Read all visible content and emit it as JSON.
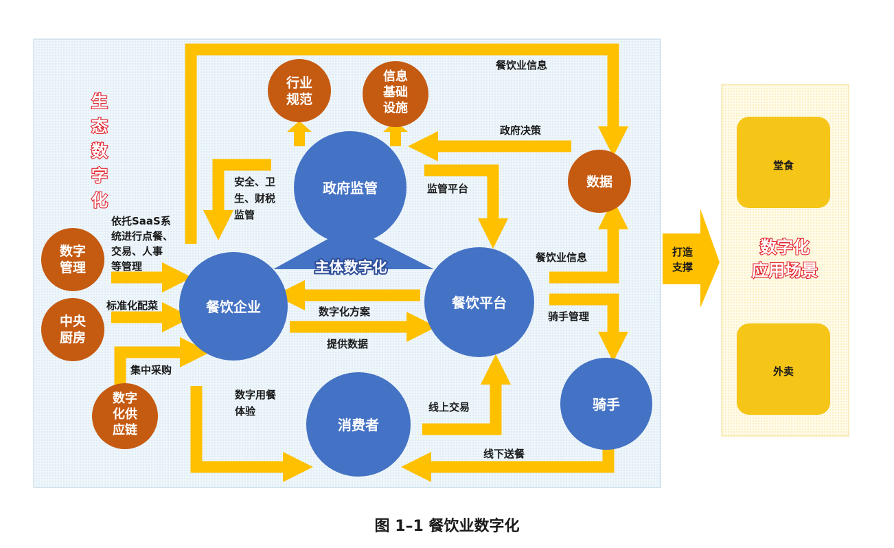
{
  "colors": {
    "blue_node": "#4472c4",
    "orange_node": "#c55a11",
    "arrow": "#ffc000",
    "scene_box": "#f5c518",
    "accent_red": "#e0202a"
  },
  "ecosystem_label": [
    "生",
    "态",
    "数",
    "字",
    "化"
  ],
  "main_title": "主体数字化",
  "nodes": {
    "gov": "政府监管",
    "restaurant": "餐饮企业",
    "platform": "餐饮平台",
    "consumer": "消费者",
    "rider": "骑手",
    "data": "数据",
    "industry_norms": [
      "行业",
      "规范"
    ],
    "info_infra": [
      "信息",
      "基础",
      "设施"
    ],
    "digital_mgmt": [
      "数字",
      "管理"
    ],
    "central_kitchen": [
      "中央",
      "厨房"
    ],
    "supply_chain": [
      "数字",
      "化供",
      "应链"
    ]
  },
  "flows": {
    "saas": [
      "依托SaaS系",
      "统进行点餐、",
      "交易、人事",
      "等管理"
    ],
    "standard_dishes": "标准化配菜",
    "central_purchase": "集中采购",
    "safety": [
      "安全、卫",
      "生、财税",
      "监管"
    ],
    "reg_platform": "监管平台",
    "gov_decision": "政府决策",
    "info_top": "餐饮业信息",
    "info_right": "餐饮业信息",
    "rider_mgmt": "骑手管理",
    "digital_solution": "数字化方案",
    "provide_data": "提供数据",
    "dining_exp": [
      "数字用餐",
      "体验"
    ],
    "online_trade": "线上交易",
    "offline_delivery": "线下送餐"
  },
  "support": [
    "打造",
    "支撑"
  ],
  "scenes": {
    "title": [
      "数字化",
      "应用场景"
    ],
    "dine_in": "堂食",
    "takeaway": "外卖"
  },
  "caption": "图 1–1 餐饮业数字化"
}
